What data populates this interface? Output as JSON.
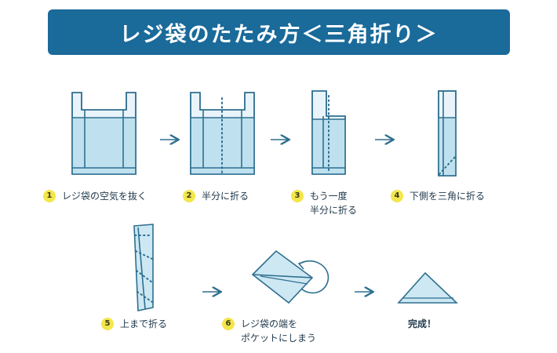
{
  "header": {
    "title": "レジ袋のたたみ方＜三角折り＞"
  },
  "steps": [
    {
      "number": "1",
      "text": "レジ袋の空気を抜く"
    },
    {
      "number": "2",
      "text": "半分に折る"
    },
    {
      "number": "3",
      "text": "もう一度\n半分に折る"
    },
    {
      "number": "4",
      "text": "下側を三角に折る"
    },
    {
      "number": "5",
      "text": "上まで折る"
    },
    {
      "number": "6",
      "text": "レジ袋の端を\nポケットにしまう"
    }
  ],
  "result": {
    "text": "完成！"
  },
  "colors": {
    "banner": "#1a6a9a",
    "bag_fill": "#cde8f3",
    "bag_stroke": "#2f6f8f",
    "badge": "#f3e64a"
  }
}
